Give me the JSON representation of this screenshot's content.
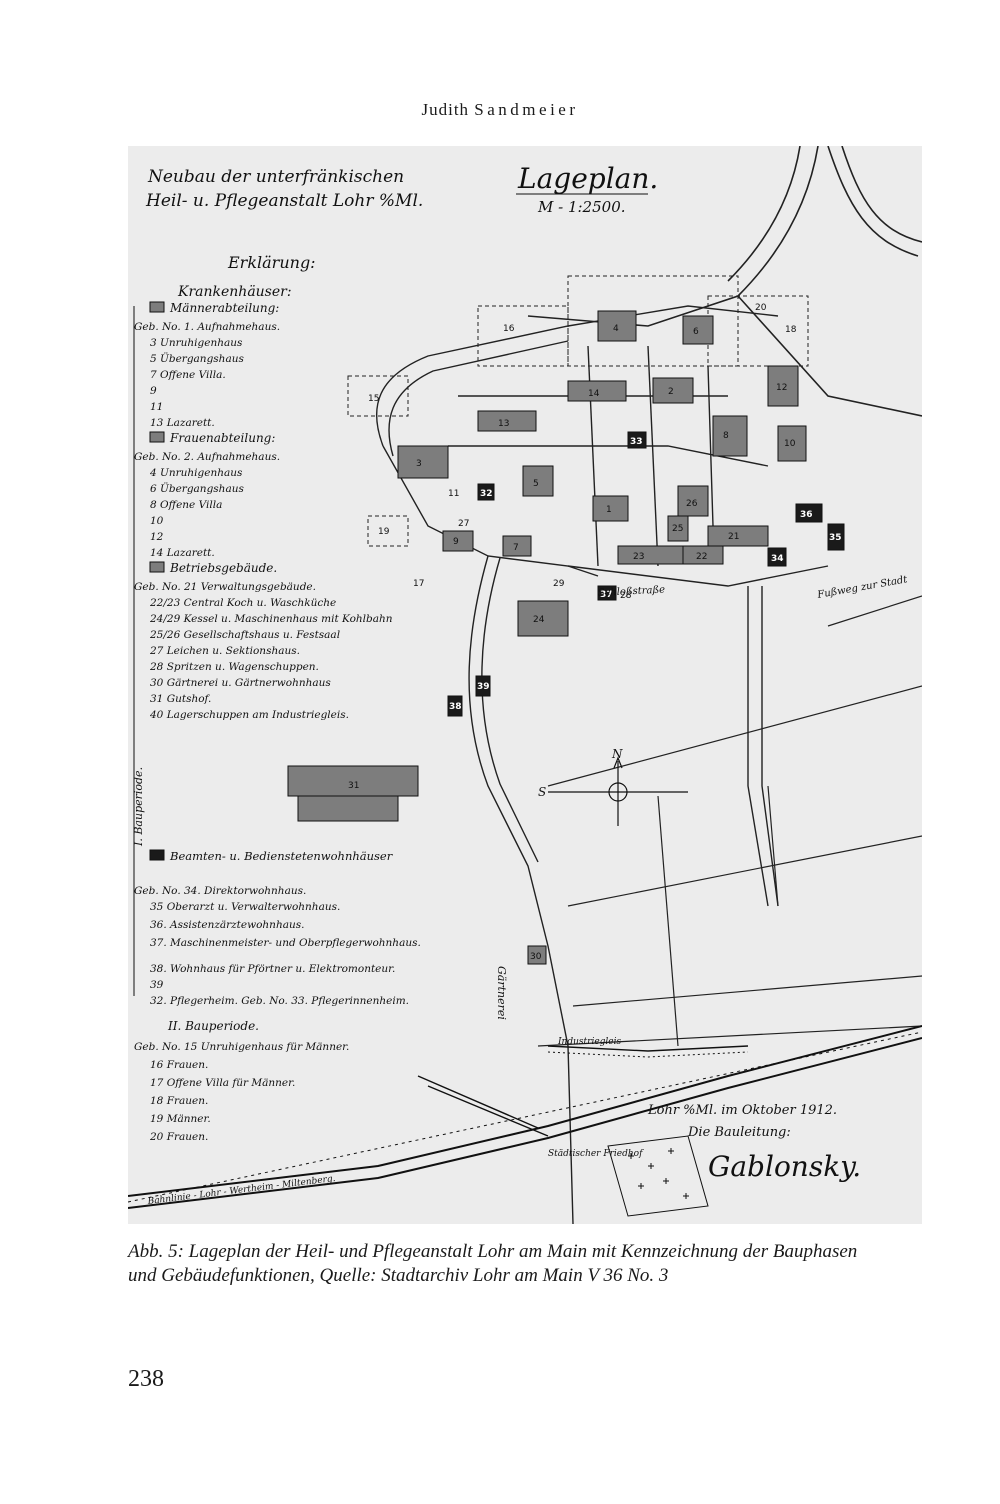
{
  "header": {
    "author_first": "Judith",
    "author_last": "Sandmeier"
  },
  "figure": {
    "title_line1": "Neubau der unterfränkischen",
    "title_line2": "Heil- u. Pflegeanstalt Lohr %Ml.",
    "plan_title": "Lageplan.",
    "scale": "M - 1:2500.",
    "legend_heading": "Erklärung:",
    "kranken_heading": "Krankenhäuser:",
    "maenner_heading": "Männerabteilung:",
    "maenner_items": [
      "Geb. No. 1. Aufnahmehaus.",
      "3 Unruhigenhaus",
      "5 Übergangshaus",
      "7 Offene Villa.",
      "9",
      "11",
      "13 Lazarett."
    ],
    "frauen_heading": "Frauenabteilung:",
    "frauen_items": [
      "Geb. No. 2. Aufnahmehaus.",
      "4 Unruhigenhaus",
      "6 Übergangshaus",
      "8 Offene Villa",
      "10",
      "12",
      "14 Lazarett."
    ],
    "betrieb_heading": "Betriebsgebäude.",
    "betrieb_items": [
      "Geb. No. 21 Verwaltungsgebäude.",
      "22/23 Central Koch u. Waschküche",
      "24/29 Kessel u. Maschinenhaus mit Kohlbahn",
      "25/26 Gesellschaftshaus u. Festsaal",
      "27 Leichen u. Sektionshaus.",
      "28 Spritzen u. Wagenschuppen.",
      "30 Gärtnerei u. Gärtnerwohnhaus",
      "31 Gutshof.",
      "40 Lagerschuppen am Industriegleis."
    ],
    "periode_1": "I. Bauperiode.",
    "beamten_heading": "Beamten- u. Bedienstetenwohnhäuser",
    "beamten_items": [
      "Geb. No. 34. Direktorwohnhaus.",
      "35 Oberarzt u. Verwalterwohnhaus.",
      "36. Assistenzärztewohnhaus.",
      "37. Maschinenmeister- und Oberpflegerwohnhaus.",
      "38. Wohnhaus für Pförtner u. Elektromonteur.",
      "39",
      "32. Pflegerheim. Geb. No. 33. Pflegerinnenheim."
    ],
    "periode_2": "II. Bauperiode.",
    "periode_2_items": [
      "Geb. No. 15 Unruhigenhaus für Männer.",
      "16 Frauen.",
      "17 Offene Villa für Männer.",
      "18 Frauen.",
      "19 Männer.",
      "20 Frauen."
    ],
    "road_label": "Fußweg zur Stadt",
    "street_label": "Schloßstraße",
    "rail_label": "Bahnlinie - Lohr - Wertheim - Miltenberg.",
    "industry_label": "Industriegleis",
    "cemetery_label": "Städtischer Friedhof",
    "garden_label": "Gärtnerei",
    "signature_date": "Lohr %Ml. im Oktober 1912.",
    "signature_office": "Die Bauleitung:",
    "signature_name": "Gablonsky.",
    "compass_n": "N",
    "compass_s": "S",
    "building_numbers": [
      "1",
      "2",
      "3",
      "4",
      "5",
      "6",
      "7",
      "8",
      "9",
      "10",
      "11",
      "12",
      "13",
      "14",
      "15",
      "16",
      "17",
      "18",
      "19",
      "20",
      "21",
      "22",
      "23",
      "24",
      "25",
      "26",
      "27",
      "28",
      "29",
      "30",
      "31",
      "32",
      "33",
      "34",
      "35",
      "36",
      "37",
      "38",
      "39"
    ]
  },
  "caption": "Abb. 5: Lageplan der Heil- und Pflegeanstalt Lohr am Main mit Kennzeichnung der Bauphasen und Gebäudefunktionen, Quelle: Stadtarchiv Lohr am Main V 36 No. 3",
  "page_number": "238"
}
